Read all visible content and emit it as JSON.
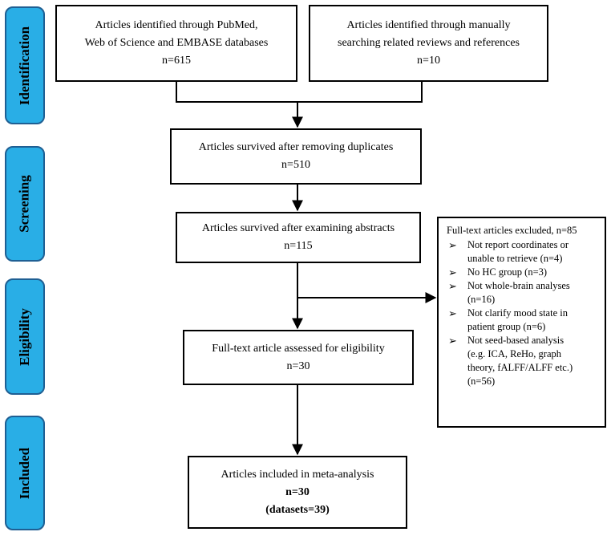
{
  "stages": [
    {
      "label": "Identification"
    },
    {
      "label": "Screening"
    },
    {
      "label": "Eligibility"
    },
    {
      "label": "Included"
    }
  ],
  "boxes": {
    "pubmed": {
      "line1": "Articles identified through PubMed,",
      "line2": "Web of Science and EMBASE  databases",
      "count": "n=615"
    },
    "manual": {
      "line1": "Articles identified through manually",
      "line2": "searching related reviews and references",
      "count": "n=10"
    },
    "duplicates": {
      "line1": "Articles survived after removing duplicates",
      "count": "n=510"
    },
    "abstracts": {
      "line1": "Articles survived after examining abstracts",
      "count": "n=115"
    },
    "fulltext": {
      "line1": "Full-text article assessed for eligibility",
      "count": "n=30"
    },
    "included": {
      "line1": "Articles included in meta-analysis",
      "count": "n=30",
      "datasets": "(datasets=39)"
    }
  },
  "excluded": {
    "title": "Full-text articles excluded, n=85",
    "bullet": "➢",
    "items": [
      {
        "line1": "Not report coordinates or",
        "line2": "unable to retrieve (n=4)"
      },
      {
        "line1": "No HC group (n=3)",
        "line2": ""
      },
      {
        "line1": "Not whole-brain analyses",
        "line2": "(n=16)"
      },
      {
        "line1": "Not clarify mood state in",
        "line2": "patient group (n=6)"
      },
      {
        "line1": "Not seed-based analysis",
        "line2": "(e.g. ICA, ReHo, graph",
        "line3": "theory, fALFF/ALFF etc.)",
        "line4": "(n=56)"
      }
    ]
  },
  "colors": {
    "stage_fill": "#29aee6",
    "stage_border": "#1f5f93",
    "lines": "#000000"
  }
}
